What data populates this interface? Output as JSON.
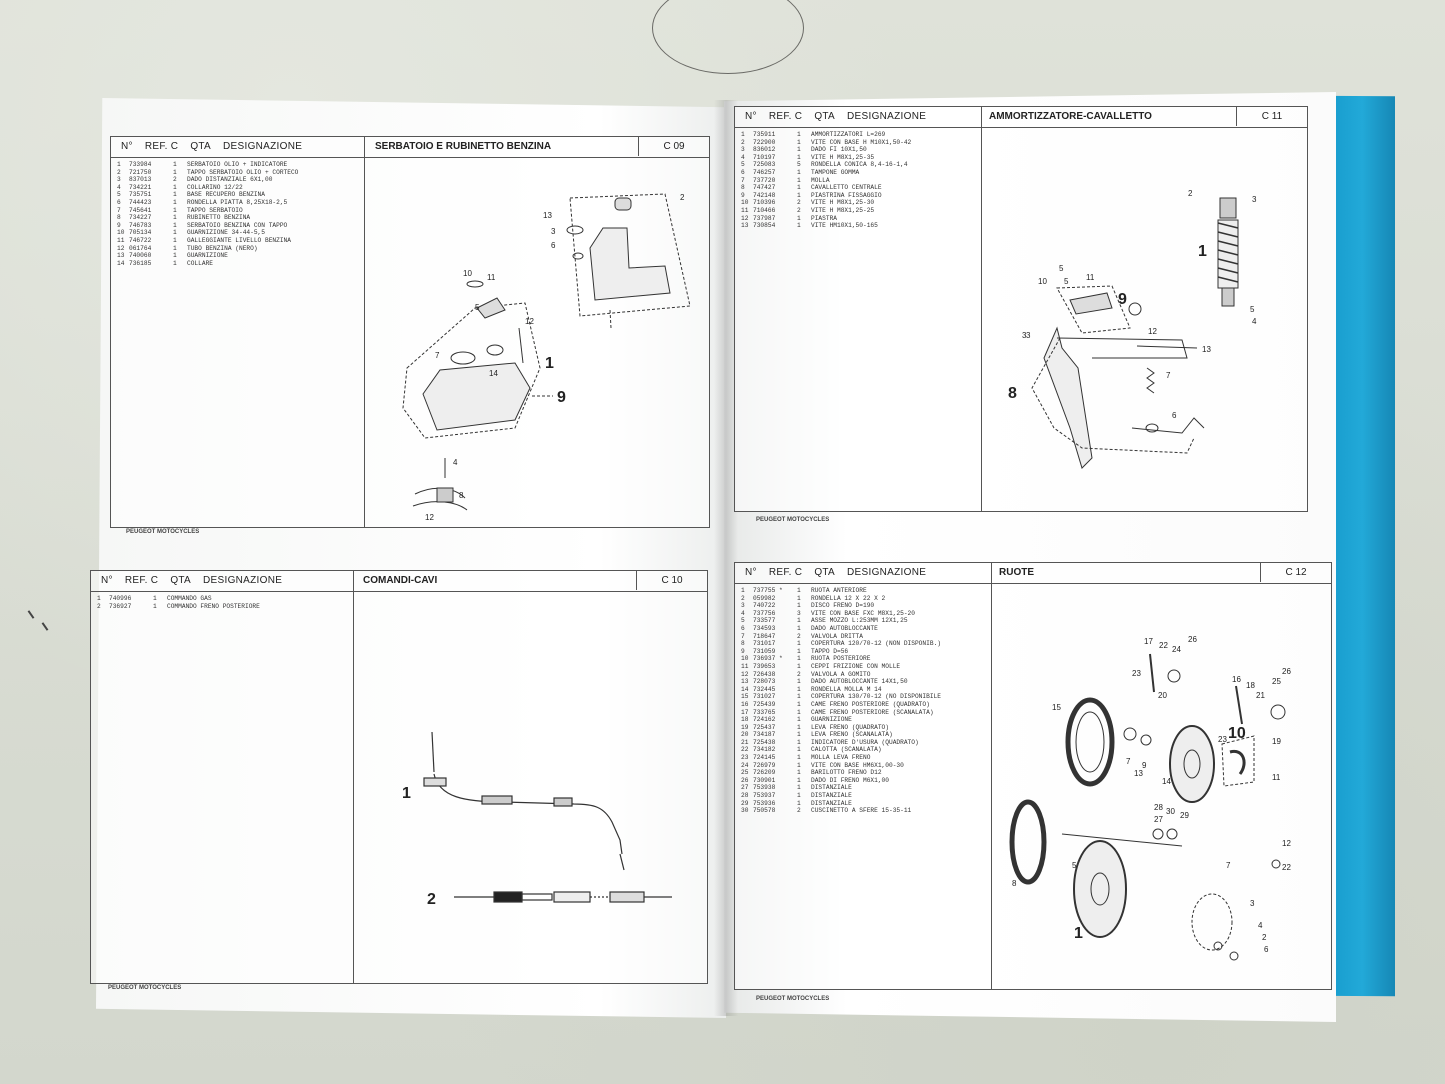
{
  "page_cols": [
    "N°",
    "REF. C",
    "QTA",
    "DESIGNAZIONE"
  ],
  "footer_text": "PEUGEOT MOTOCYCLES",
  "panels": {
    "c09": {
      "title": "SERBATOIO E RUBINETTO BENZINA",
      "code": "C 09",
      "rows": [
        [
          "1",
          "733984",
          "1",
          "SERBATOIO OLIO + INDICATORE"
        ],
        [
          "2",
          "721750",
          "1",
          "TAPPO SERBATOIO OLIO + CORTECO"
        ],
        [
          "3",
          "837013",
          "2",
          "DADO DISTANZIALE 6X1,00"
        ],
        [
          "4",
          "734221",
          "1",
          "COLLARINO 12/22"
        ],
        [
          "5",
          "735751",
          "1",
          "BASE RECUPERO BENZINA"
        ],
        [
          "6",
          "744423",
          "1",
          "RONDELLA PIATTA 8,25X18-2,5"
        ],
        [
          "7",
          "745641",
          "1",
          "TAPPO SERBATOIO"
        ],
        [
          "8",
          "734227",
          "1",
          "RUBINETTO BENZINA"
        ],
        [
          "9",
          "746783",
          "1",
          "SERBATOIO BENZINA CON TAPPO"
        ],
        [
          "10",
          "705134",
          "1",
          "GUARNIZIONE 34-44-5,5"
        ],
        [
          "11",
          "746722",
          "1",
          "GALLEGGIANTE LIVELLO BENZINA"
        ],
        [
          "12",
          "061764",
          "1",
          "TUBO BENZINA (NERO)"
        ],
        [
          "13",
          "740060",
          "1",
          "GUARNIZIONE"
        ],
        [
          "14",
          "736185",
          "1",
          "COLLARE"
        ]
      ],
      "labels": [
        "1",
        "2",
        "3",
        "4",
        "5",
        "6",
        "7",
        "8",
        "9",
        "10",
        "11",
        "12",
        "13",
        "14",
        "12"
      ]
    },
    "c11": {
      "title": "AMMORTIZZATORE-CAVALLETTO",
      "code": "C 11",
      "rows": [
        [
          "1",
          "735911",
          "1",
          "AMMORTIZZATORI L=269"
        ],
        [
          "2",
          "722900",
          "1",
          "VITE CON BASE H M10X1,50-42"
        ],
        [
          "3",
          "836012",
          "1",
          "DADO FI 10X1,50"
        ],
        [
          "4",
          "710197",
          "1",
          "VITE H M8X1,25-35"
        ],
        [
          "5",
          "725083",
          "5",
          "RONDELLA CONICA 8,4-16-1,4"
        ],
        [
          "6",
          "746257",
          "1",
          "TAMPONE GOMMA"
        ],
        [
          "7",
          "737720",
          "1",
          "MOLLA"
        ],
        [
          "8",
          "747427",
          "1",
          "CAVALLETTO CENTRALE"
        ],
        [
          "9",
          "742148",
          "1",
          "PIASTRINA FISSAGGIO"
        ],
        [
          "10",
          "710396",
          "2",
          "VITE H M8X1,25-30"
        ],
        [
          "11",
          "710466",
          "2",
          "VITE H M8X1,25-25"
        ],
        [
          "12",
          "737987",
          "1",
          "PIASTRA"
        ],
        [
          "13",
          "730854",
          "1",
          "VITE HM10X1,50-165"
        ]
      ],
      "labels": [
        "1",
        "2",
        "3",
        "4",
        "5",
        "3",
        "5",
        "9",
        "10",
        "5",
        "11",
        "12",
        "3",
        "8",
        "13",
        "7",
        "6"
      ]
    },
    "c10": {
      "title": "COMANDI-CAVI",
      "code": "C 10",
      "rows": [
        [
          "1",
          "740996",
          "1",
          "COMMANDO GAS"
        ],
        [
          "2",
          "736927",
          "1",
          "COMMANDO FRENO POSTERIORE"
        ]
      ],
      "labels": [
        "1",
        "2"
      ]
    },
    "c12": {
      "title": "RUOTE",
      "code": "C 12",
      "rows": [
        [
          "1",
          "737755 *",
          "1",
          "RUOTA ANTERIORE"
        ],
        [
          "2",
          "059982",
          "1",
          "RONDELLA 12 X 22 X 2"
        ],
        [
          "3",
          "740722",
          "1",
          "DISCO FRENO D=190"
        ],
        [
          "4",
          "737756",
          "3",
          "VITE CON BASE FXC M8X1,25-20"
        ],
        [
          "5",
          "733577",
          "1",
          "ASSE MOZZO L:253MM 12X1,25"
        ],
        [
          "6",
          "734593",
          "1",
          "DADO AUTOBLOCCANTE"
        ],
        [
          "7",
          "718647",
          "2",
          "VALVOLA DRITTA"
        ],
        [
          "8",
          "731017",
          "1",
          "COPERTURA 120/70-12 (NON DISPONIB.)"
        ],
        [
          "9",
          "731059",
          "1",
          "TAPPO D=56"
        ],
        [
          "10",
          "736937 *",
          "1",
          "RUOTA POSTERIORE"
        ],
        [
          "11",
          "739653",
          "1",
          "CEPPI FRIZIONE CON MOLLE"
        ],
        [
          "12",
          "726438",
          "2",
          "VALVOLA A GOMITO"
        ],
        [
          "13",
          "728073",
          "1",
          "DADO AUTOBLOCCANTE 14X1,50"
        ],
        [
          "14",
          "732445",
          "1",
          "RONDELLA MOLLA M 14"
        ],
        [
          "15",
          "731027",
          "1",
          "COPERTURA 130/70-12 (NO DISPONIBILE"
        ],
        [
          "16",
          "725439",
          "1",
          "CAME FRENO POSTERIORE (QUADRATO)"
        ],
        [
          "17",
          "733765",
          "1",
          "CAME FRENO POSTERIORE (SCANALATA)"
        ],
        [
          "18",
          "724162",
          "1",
          "GUARNIZIONE"
        ],
        [
          "19",
          "725437",
          "1",
          "LEVA FRENO (QUADRATO)"
        ],
        [
          "20",
          "734187",
          "1",
          "LEVA FRENO (SCANALATA)"
        ],
        [
          "21",
          "725438",
          "1",
          "INDICATORE D'USURA (QUADRATO)"
        ],
        [
          "22",
          "734182",
          "1",
          "CALOTTA (SCANALATA)"
        ],
        [
          "23",
          "724145",
          "1",
          "MOLLA LEVA FRENO"
        ],
        [
          "24",
          "726979",
          "1",
          "VITE CON BASE HM6X1,00-30"
        ],
        [
          "25",
          "726209",
          "1",
          "BARILOTTO FRENO D12"
        ],
        [
          "26",
          "730901",
          "1",
          "DADO DI FRENO M6X1,00"
        ],
        [
          "27",
          "753938",
          "1",
          "DISTANZIALE"
        ],
        [
          "28",
          "753937",
          "1",
          "DISTANZIALE"
        ],
        [
          "29",
          "753936",
          "1",
          "DISTANZIALE"
        ],
        [
          "30",
          "750578",
          "2",
          "CUSCINETTO A SFERE 15-35-11"
        ]
      ],
      "labels": [
        "17",
        "22",
        "24",
        "26",
        "20",
        "23",
        "16",
        "18",
        "21",
        "25",
        "26",
        "15",
        "7",
        "9",
        "13",
        "14",
        "10",
        "19",
        "11",
        "23",
        "28",
        "27",
        "30",
        "29",
        "12",
        "8",
        "5",
        "22",
        "1",
        "3",
        "4",
        "2",
        "6",
        "7"
      ]
    }
  }
}
